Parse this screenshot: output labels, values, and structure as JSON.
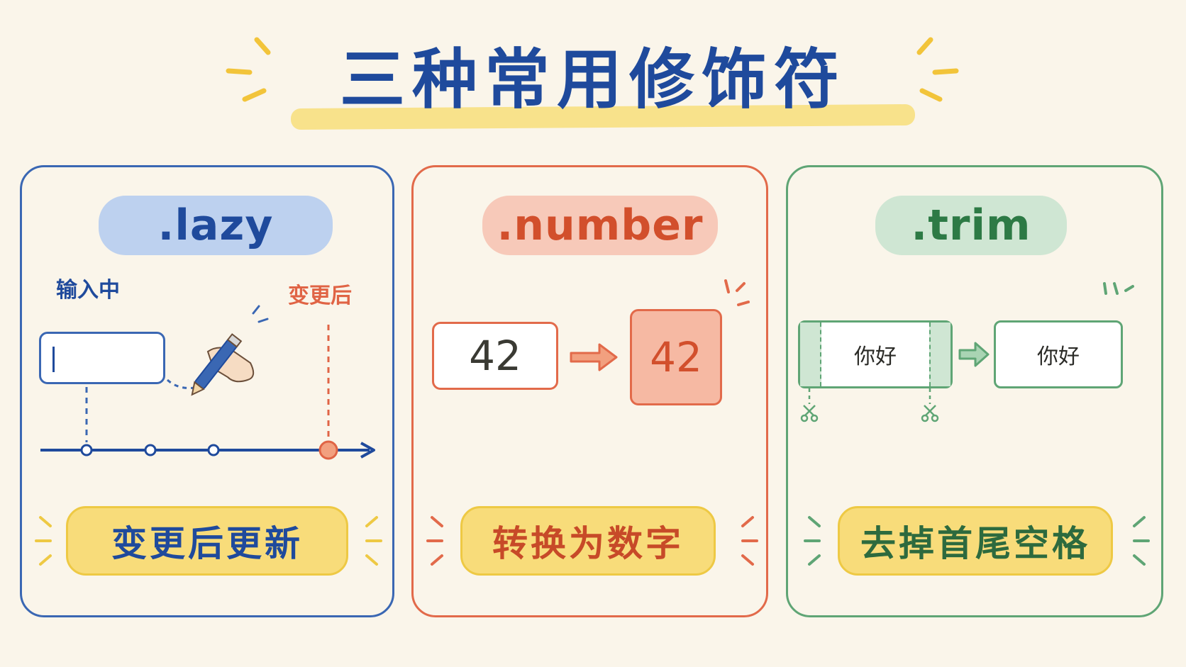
{
  "title": "三种常用修饰符",
  "colors": {
    "background": "#faf5ea",
    "lazy_accent": "#3a67b3",
    "number_accent": "#e26a4a",
    "trim_accent": "#5fa575",
    "highlight_yellow": "#f8dc7a"
  },
  "panels": {
    "lazy": {
      "modifier": ".lazy",
      "label_typing": "输入中",
      "label_after_change": "变更后",
      "description": "变更后更新",
      "icons": [
        "hand-writing-pencil-icon",
        "timeline-arrow-icon"
      ]
    },
    "number": {
      "modifier": ".number",
      "input_value": "42",
      "output_value": "42",
      "description": "转换为数字",
      "icons": [
        "right-arrow-icon"
      ]
    },
    "trim": {
      "modifier": ".trim",
      "input_value": "你好",
      "output_value": "你好",
      "description": "去掉首尾空格",
      "icons": [
        "scissors-icon",
        "right-arrow-icon"
      ]
    }
  }
}
